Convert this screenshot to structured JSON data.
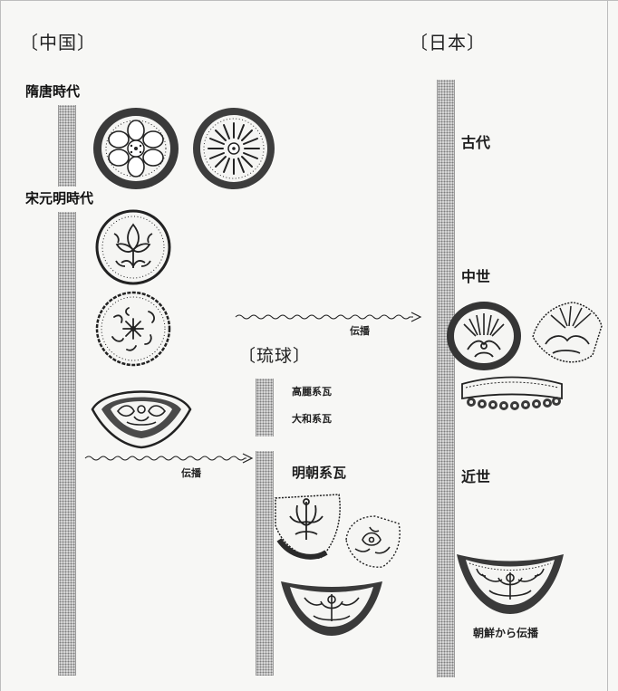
{
  "regions": {
    "china": "〔中国〕",
    "japan": "〔日本〕",
    "ryukyu": "〔琉球〕"
  },
  "china_periods": {
    "sui_tang": "隋唐時代",
    "song_yuan_ming": "宋元明時代"
  },
  "ryukyu_types": {
    "goryeo": "高麗系瓦",
    "yamato": "大和系瓦",
    "ming": "明朝系瓦"
  },
  "japan_eras": {
    "ancient": "古代",
    "medieval": "中世",
    "early_modern": "近世"
  },
  "labels": {
    "transmission_japan": "伝播",
    "transmission_ryukyu": "伝播",
    "from_korea": "朝鮮から伝播"
  },
  "colors": {
    "ink": "#1a1a1a",
    "paper": "#f7f7f5",
    "bar_fill": "#d9d9d9"
  }
}
